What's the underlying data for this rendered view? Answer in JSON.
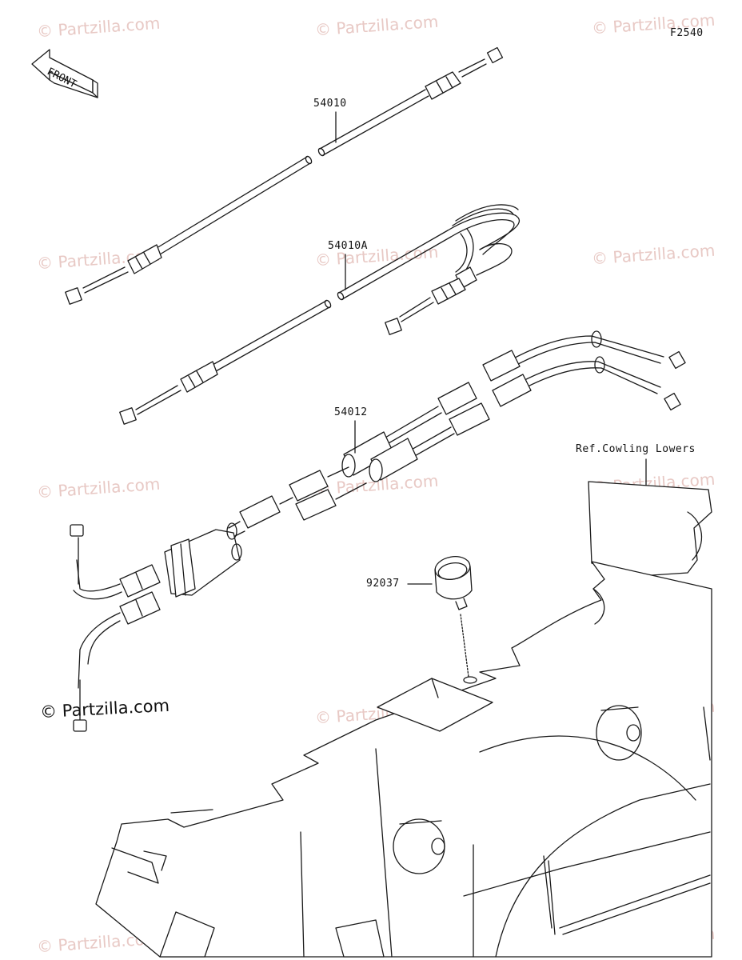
{
  "figure_code": "F2540",
  "front_label": "FRONT",
  "reference_label": "Ref.Cowling Lowers",
  "parts": [
    {
      "number": "54010"
    },
    {
      "number": "54010A"
    },
    {
      "number": "54012"
    },
    {
      "number": "92037"
    }
  ],
  "watermark": "© Partzilla.com",
  "watermark_main": "© Partzilla.com",
  "colors": {
    "line": "#1a1a1a",
    "watermark": "#e8c9c5",
    "background": "#ffffff"
  }
}
